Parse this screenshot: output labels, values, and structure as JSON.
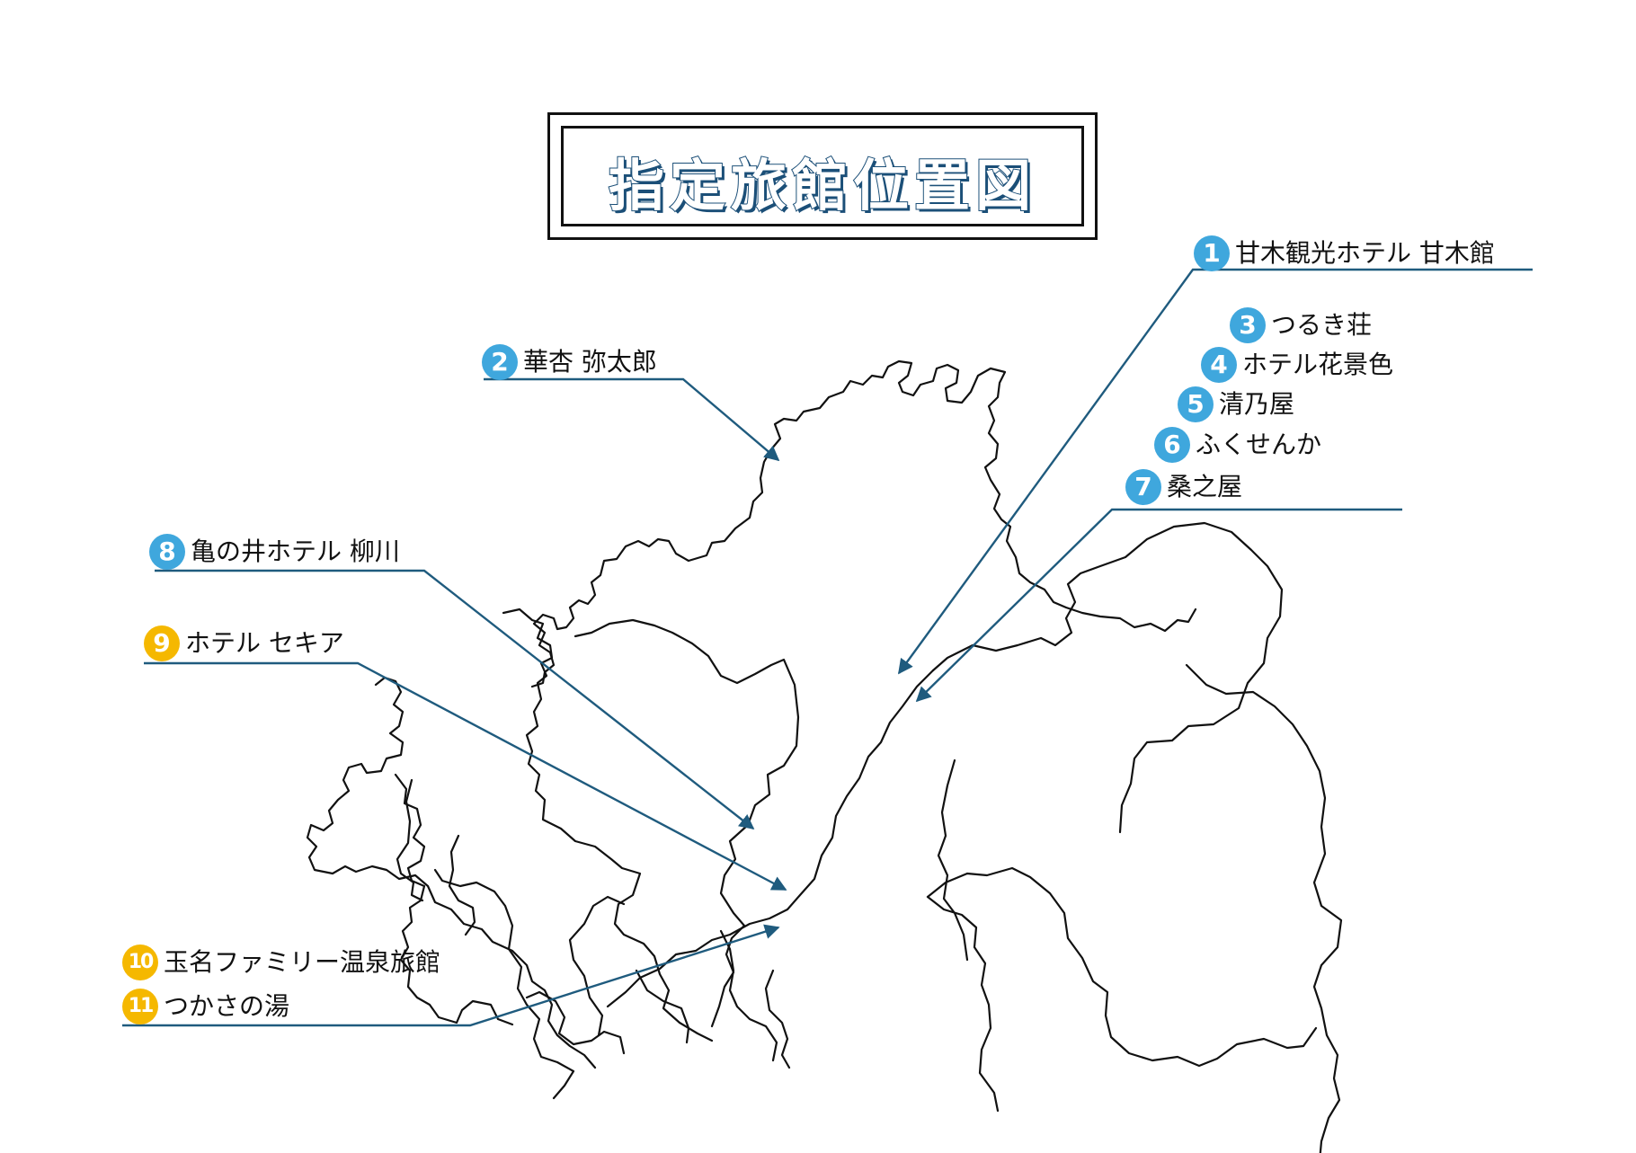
{
  "title": "指定旅館位置図",
  "colors": {
    "badge_blue": "#3fa7dd",
    "badge_yellow": "#f5b800",
    "leader_line": "#1f5b7e",
    "map_line": "#111111",
    "title_stroke": "#1b4f78"
  },
  "inns": [
    {
      "num": "1",
      "name": "甘木観光ホテル 甘木館",
      "color": "blue"
    },
    {
      "num": "2",
      "name": "華杏 弥太郎",
      "color": "blue"
    },
    {
      "num": "3",
      "name": "つるき荘",
      "color": "blue"
    },
    {
      "num": "4",
      "name": "ホテル花景色",
      "color": "blue"
    },
    {
      "num": "5",
      "name": "清乃屋",
      "color": "blue"
    },
    {
      "num": "6",
      "name": "ふくせんか",
      "color": "blue"
    },
    {
      "num": "7",
      "name": "桑之屋",
      "color": "blue"
    },
    {
      "num": "8",
      "name": "亀の井ホテル 柳川",
      "color": "blue"
    },
    {
      "num": "9",
      "name": "ホテル セキア",
      "color": "yellow"
    },
    {
      "num": "10",
      "name": "玉名ファミリー温泉旅館",
      "color": "yellow"
    },
    {
      "num": "11",
      "name": "つかさの湯",
      "color": "yellow"
    }
  ]
}
